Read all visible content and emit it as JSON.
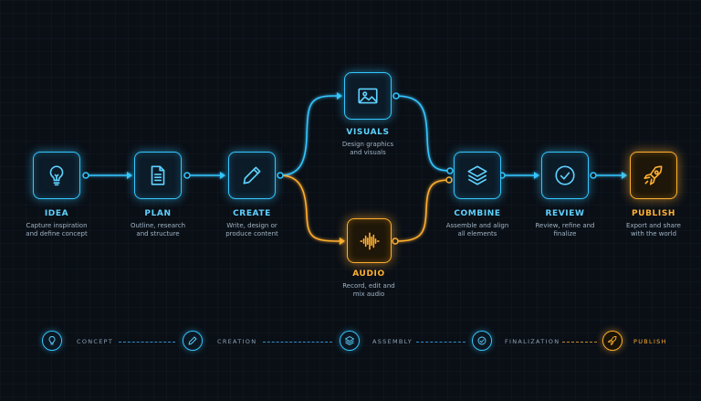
{
  "nodes": [
    {
      "id": "idea",
      "title": "IDEA",
      "desc1": "Capture inspiration",
      "desc2": "and define concept",
      "icon": "lightbulb-icon",
      "color": "#34c6ff"
    },
    {
      "id": "plan",
      "title": "PLAN",
      "desc1": "Outline, research",
      "desc2": "and structure",
      "icon": "document-icon",
      "color": "#34c6ff"
    },
    {
      "id": "create",
      "title": "CREATE",
      "desc1": "Write, design or",
      "desc2": "produce content",
      "icon": "pencil-icon",
      "color": "#34c6ff"
    },
    {
      "id": "visuals",
      "title": "VISUALS",
      "desc1": "Design graphics",
      "desc2": "and visuals",
      "icon": "image-icon",
      "color": "#34c6ff"
    },
    {
      "id": "audio",
      "title": "AUDIO",
      "desc1": "Record, edit and",
      "desc2": "mix audio",
      "icon": "waveform-icon",
      "color": "#ffae2e"
    },
    {
      "id": "combine",
      "title": "COMBINE",
      "desc1": "Assemble and align",
      "desc2": "all elements",
      "icon": "layers-icon",
      "color": "#34c6ff"
    },
    {
      "id": "review",
      "title": "REVIEW",
      "desc1": "Review, refine and",
      "desc2": "finalize",
      "icon": "check-circle-icon",
      "color": "#34c6ff"
    },
    {
      "id": "publish",
      "title": "PUBLISH",
      "desc1": "Export and share",
      "desc2": "with the world",
      "icon": "rocket-icon",
      "color": "#ffae2e"
    }
  ],
  "legend": [
    {
      "label": "CONCEPT",
      "icon": "lightbulb-icon"
    },
    {
      "label": "CREATION",
      "icon": "pencil-icon"
    },
    {
      "label": "ASSEMBLY",
      "icon": "layers-icon"
    },
    {
      "label": "FINALIZATION",
      "icon": "check-circle-icon"
    },
    {
      "label": "PUBLISH",
      "icon": "rocket-icon"
    }
  ],
  "colors": {
    "blue": "#34c6ff",
    "orange": "#ffae2e",
    "background": "#0a0f16"
  }
}
